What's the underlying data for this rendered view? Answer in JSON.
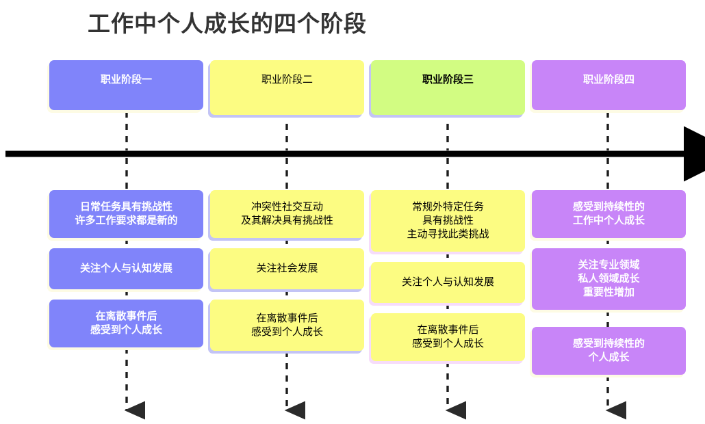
{
  "title": "工作中个人成长的四个阶段",
  "colors": {
    "purple": "#8084fa",
    "yellow": "#fcfc82",
    "green": "#d2fc82",
    "magenta": "#c885f8",
    "axis": "#000000",
    "title_text": "#333333"
  },
  "timeline": {
    "label": "time-axis-arrow",
    "direction": "left-to-right",
    "stage_marker_count": 4
  },
  "columns": [
    {
      "header": "职业阶段一",
      "items": [
        "日常任务具有挑战性\n许多工作要求都是新的",
        "关注个人与认知发展",
        "在离散事件后\n感受到个人成长"
      ]
    },
    {
      "header": "职业阶段二",
      "items": [
        "冲突性社交互动\n及其解决具有挑战性",
        "关注社会发展",
        "在离散事件后\n感受到个人成长"
      ]
    },
    {
      "header": "职业阶段三",
      "items": [
        "常规外特定任务\n具有挑战性\n主动寻找此类挑战",
        "关注个人与认知发展",
        "在离散事件后\n感受到个人成长"
      ]
    },
    {
      "header": "职业阶段四",
      "items": [
        "感受到持续性的\n工作中个人成长",
        "关注专业领域\n私人领域成长\n重要性增加",
        "感受到持续性的\n个人成长"
      ]
    }
  ]
}
